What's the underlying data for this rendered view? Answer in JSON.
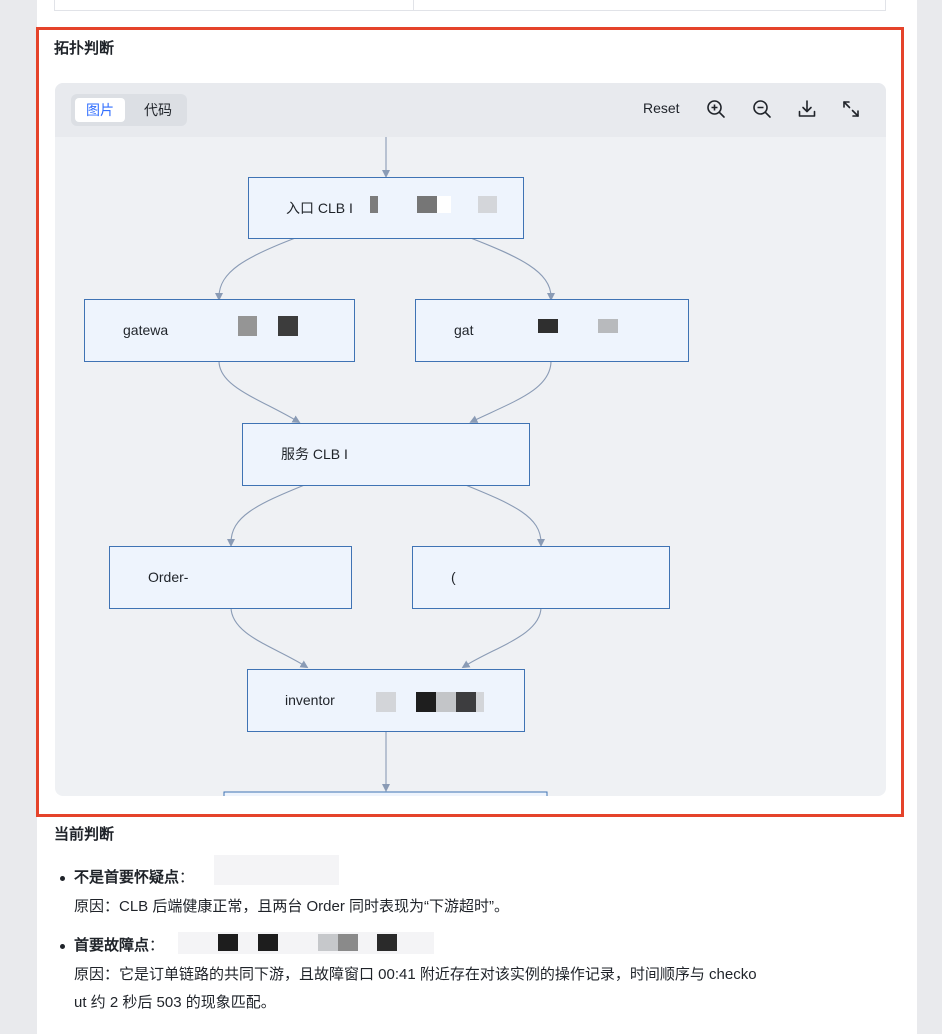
{
  "section_title": "拓扑判断",
  "viewer": {
    "tabs": [
      {
        "label": "图片",
        "active": true
      },
      {
        "label": "代码",
        "active": false
      }
    ],
    "toolbar": {
      "reset_label": "Reset",
      "icons": [
        "zoom-in-icon",
        "zoom-out-icon",
        "download-icon",
        "fullscreen-icon"
      ]
    }
  },
  "diagram": {
    "nodes": [
      {
        "id": "entry",
        "label": "入口 CLB I"
      },
      {
        "id": "gw1",
        "label": "gatewa"
      },
      {
        "id": "gw2",
        "label": "gat"
      },
      {
        "id": "svc",
        "label": "服务 CLB I"
      },
      {
        "id": "order",
        "label": "Order-"
      },
      {
        "id": "checkout",
        "label": "("
      },
      {
        "id": "inventory",
        "label": "inventor"
      }
    ],
    "edges": [
      [
        "entry",
        "gw1"
      ],
      [
        "entry",
        "gw2"
      ],
      [
        "gw1",
        "svc"
      ],
      [
        "gw2",
        "svc"
      ],
      [
        "svc",
        "order"
      ],
      [
        "svc",
        "checkout"
      ],
      [
        "order",
        "inventory"
      ],
      [
        "checkout",
        "inventory"
      ]
    ]
  },
  "judgement": {
    "title": "当前判断",
    "items": [
      {
        "label": "不是首要怀疑点",
        "colon": "：",
        "reason": "原因：CLB 后端健康正常，且两台 Order 同时表现为“下游超时”。"
      },
      {
        "label": "首要故障点",
        "colon": "：",
        "reason_line1": "原因：它是订单链路的共同下游，且故障窗口 00:41 附近存在对该实例的操作记录，时间顺序与 checko",
        "reason_line2": "ut 约 2 秒后 503 的现象匹配。"
      }
    ]
  },
  "colors": {
    "accent": "#3370ff",
    "highlight_border": "#e5432a",
    "node_border": "#3f73b4",
    "node_fill": "#eef4fd",
    "edge": "#8a9bb5"
  }
}
